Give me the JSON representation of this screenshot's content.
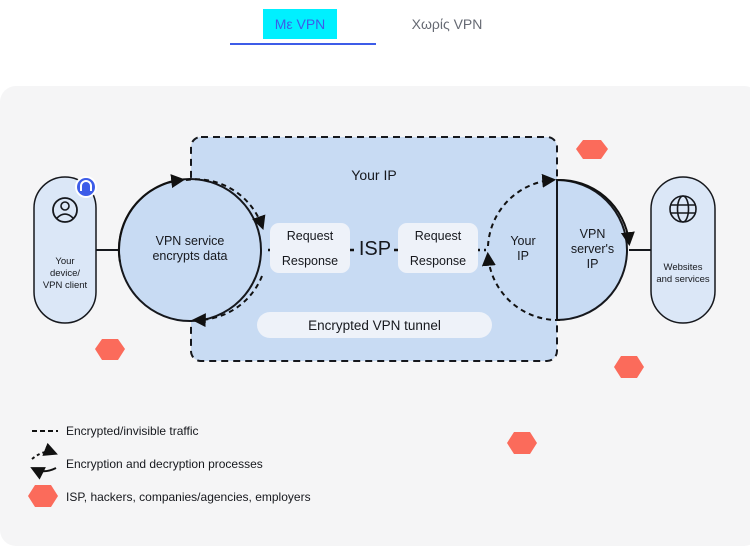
{
  "tabs": {
    "active": "Με VPN",
    "inactive": "Χωρίς VPN"
  },
  "diagram": {
    "device_label": "Your device/ VPN client",
    "encrypt_label": "VPN service encrypts data",
    "your_ip_top": "Your IP",
    "request_left": "Request",
    "response_left": "Response",
    "isp": "ISP",
    "request_right": "Request",
    "response_right": "Response",
    "your_ip_inner": "Your IP",
    "server_ip": "VPN server's IP",
    "tunnel": "Encrypted VPN tunnel",
    "websites_label": "Websites and services"
  },
  "legend": {
    "dashed": "Encrypted/invisible traffic",
    "processes": "Encryption and decryption processes",
    "threats": "ISP, hackers, companies/agencies, employers"
  },
  "colors": {
    "accent_blue": "#3d5ce8",
    "tab_highlight": "#00f0ff",
    "diagram_fill": "#c8dbf3",
    "threat_coral": "#fb6b5b",
    "panel_bg": "#f5f5f6"
  },
  "icons": [
    "user-icon",
    "vpn-badge-icon",
    "globe-icon",
    "threat-hexagon-icon"
  ]
}
